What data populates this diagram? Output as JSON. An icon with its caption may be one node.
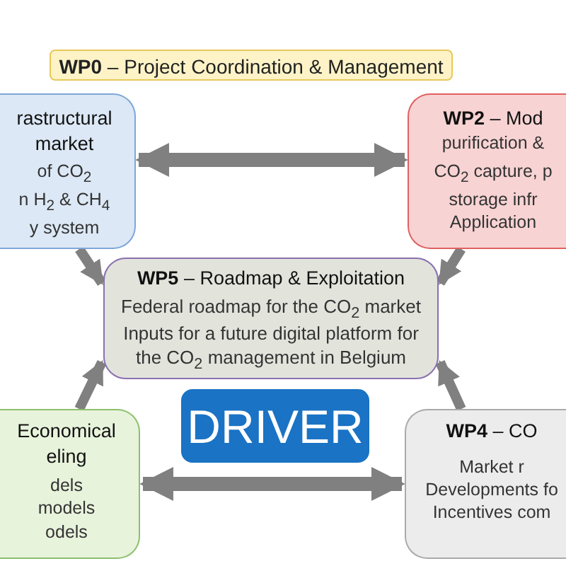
{
  "diagram": {
    "nodes": [
      {
        "text": [
          "**WP0** – Project Coordination & Management"
        ]
      },
      {
        "text": [
          "rastructural market",
          "of CO$_{2}$",
          "n H$_{2}$ & CH$_{4}$",
          "y system"
        ]
      },
      {
        "text": [
          "**WP2** – Mod",
          "purification &",
          "CO$_{2}$ capture, p",
          "storage infr",
          "Application"
        ]
      },
      {
        "text": [
          "**WP5** – Roadmap & Exploitation",
          "Federal roadmap for the CO$_{2}$ market",
          "Inputs for a future digital platform for the CO$_{2}$ management in Belgium"
        ]
      },
      {
        "text": [
          "DRIVER"
        ]
      },
      {
        "text": [
          "Economical eling",
          "dels",
          "models",
          "odels"
        ]
      },
      {
        "text": [
          "**WP4** – CO",
          "Market r",
          "Developments fo",
          "Incentives com"
        ]
      }
    ],
    "edges": [
      {
        "from": 1,
        "to": 2,
        "arrow": "both"
      },
      {
        "from": 1,
        "to": 3,
        "arrow": "to"
      },
      {
        "from": 2,
        "to": 3,
        "arrow": "to"
      },
      {
        "from": 5,
        "to": 3,
        "arrow": "to"
      },
      {
        "from": 6,
        "to": 3,
        "arrow": "to"
      },
      {
        "from": 5,
        "to": 6,
        "arrow": "both"
      }
    ]
  }
}
